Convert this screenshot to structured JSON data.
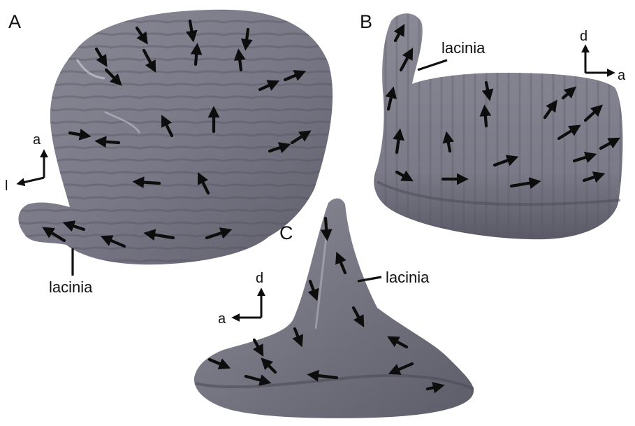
{
  "panels": {
    "a": {
      "letter": "A",
      "callout": "lacinia",
      "axis_up": "a",
      "axis_side": "l"
    },
    "b": {
      "letter": "B",
      "callout": "lacinia",
      "axis_up": "d",
      "axis_side": "a"
    },
    "c": {
      "letter": "C",
      "callout": "lacinia",
      "axis_up": "d",
      "axis_side": "a"
    }
  },
  "colors": {
    "surface": "#7f7e8c",
    "surface_dark": "#55545f",
    "highlight": "#c9c9d2",
    "arrow": "#0d0d0d"
  }
}
